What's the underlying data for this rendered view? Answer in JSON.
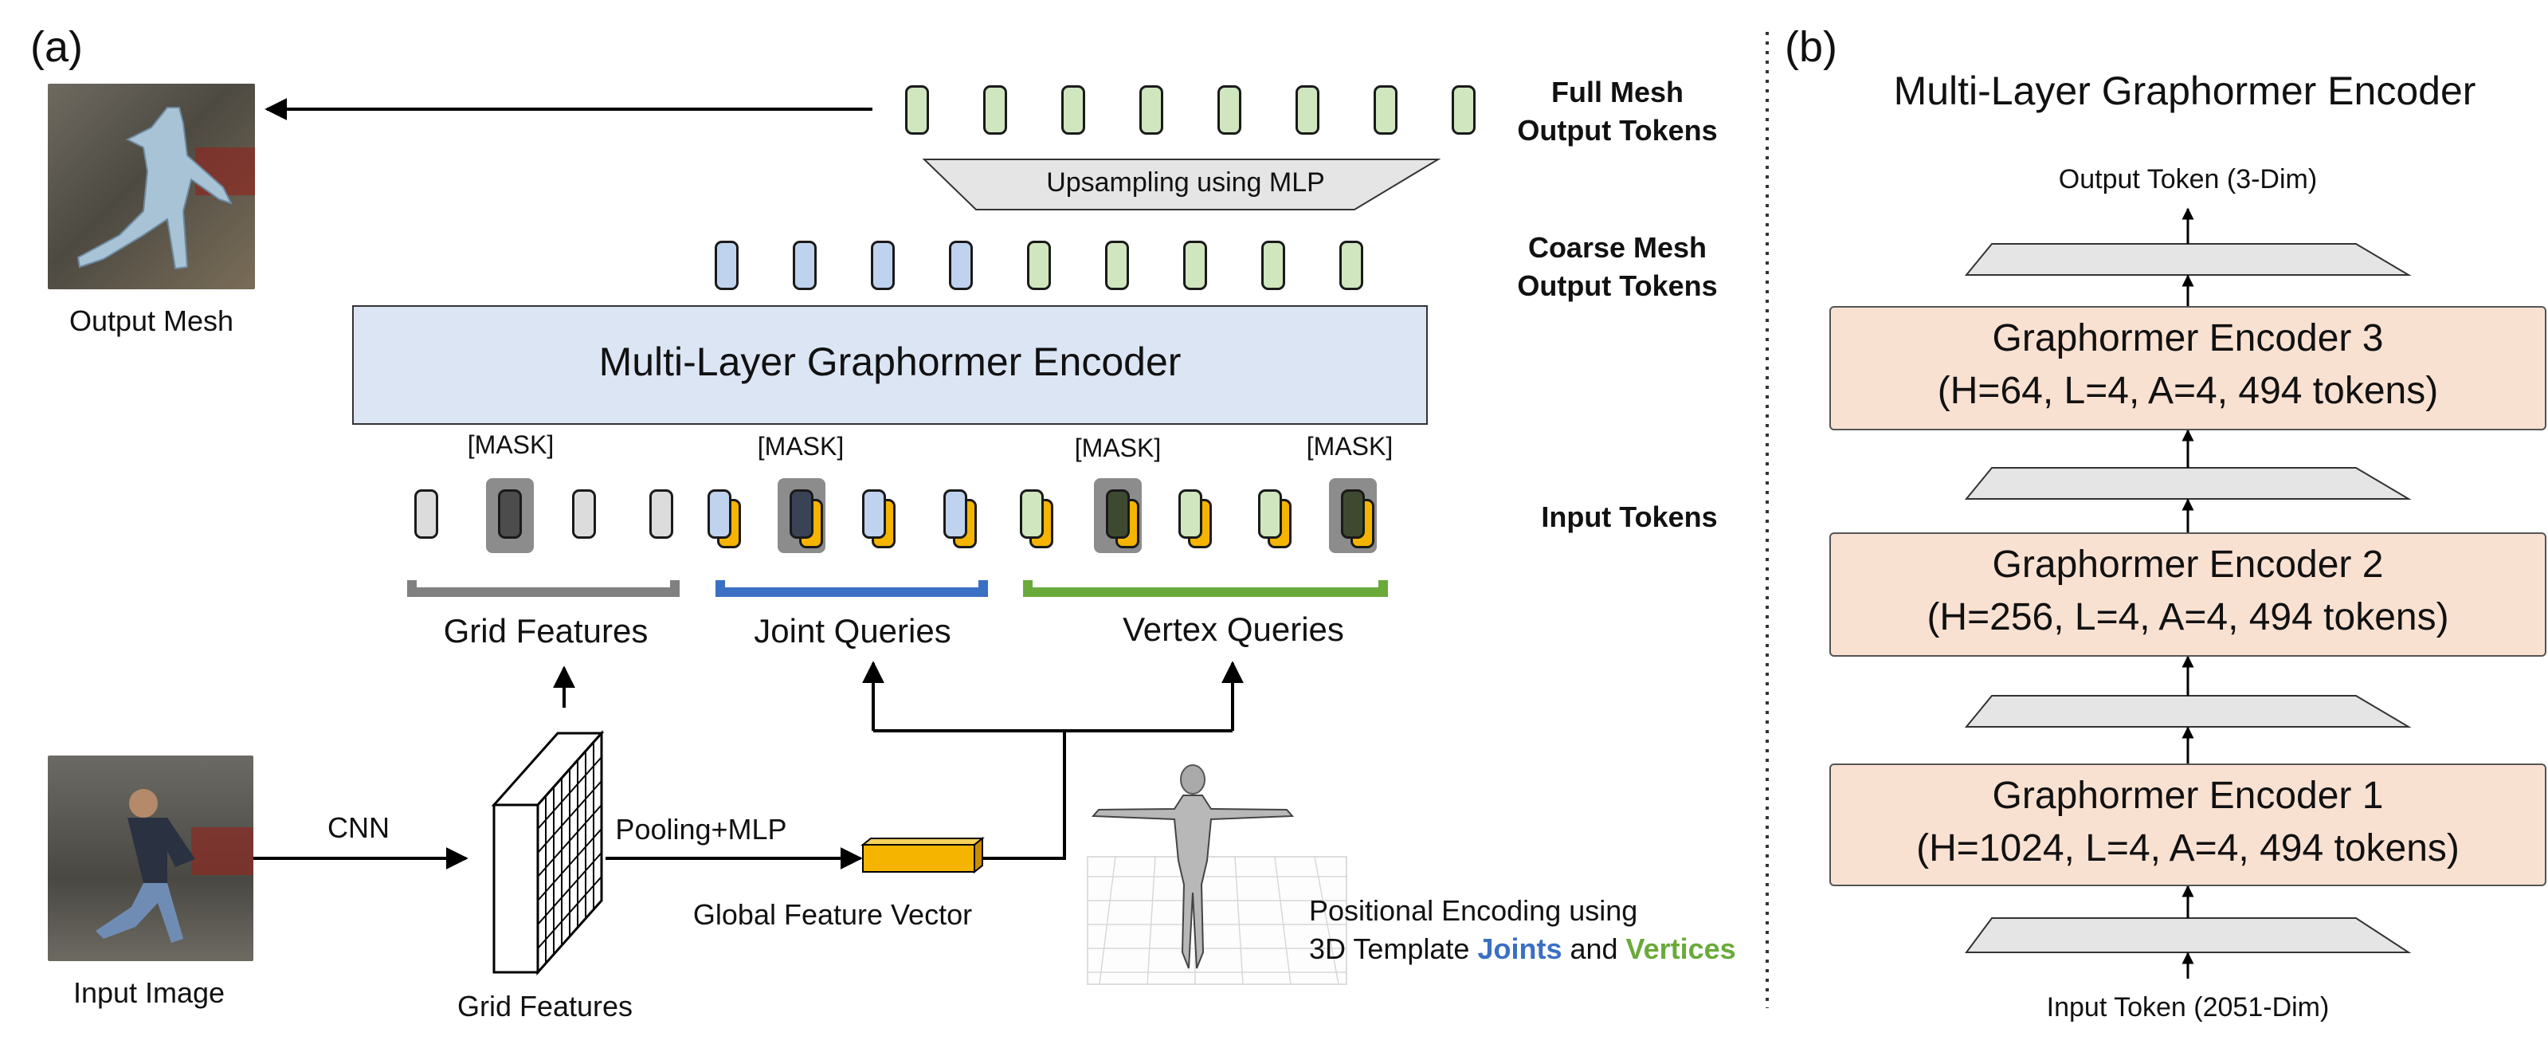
{
  "panel_a": {
    "label": "(a)",
    "full_mesh_tokens": "Full Mesh\nOutput Tokens",
    "upsampling": "Upsampling using MLP",
    "coarse_mesh_tokens": "Coarse Mesh\nOutput Tokens",
    "encoder_title": "Multi-Layer Graphormer Encoder",
    "input_tokens": "Input Tokens",
    "mask": "[MASK]",
    "group_grid": "Grid Features",
    "group_joint": "Joint Queries",
    "group_vertex": "Vertex Queries",
    "output_mesh": "Output Mesh",
    "input_image": "Input Image",
    "cnn": "CNN",
    "grid_features": "Grid Features",
    "pooling": "Pooling+MLP",
    "global_feature": "Global Feature Vector",
    "pos_enc_line1": "Positional Encoding using",
    "pos_enc_prefix": "3D Template ",
    "pos_enc_joints": "Joints",
    "pos_enc_and": " and ",
    "pos_enc_vertices": "Vertices"
  },
  "panel_b": {
    "label": "(b)",
    "title": "Multi-Layer Graphormer Encoder",
    "output_token": "Output Token (3-Dim)",
    "input_token": "Input Token (2051-Dim)",
    "encoders": [
      {
        "name": "Graphormer Encoder 3",
        "params": "(H=64, L=4, A=4, 494 tokens)"
      },
      {
        "name": "Graphormer Encoder 2",
        "params": "(H=256, L=4, A=4, 494 tokens)"
      },
      {
        "name": "Graphormer Encoder 1",
        "params": "(H=1024, L=4, A=4, 494 tokens)"
      }
    ]
  },
  "colors": {
    "joint_blue": "#3b6fc4",
    "vertex_green": "#6aaa3a",
    "grid_gray": "#808080",
    "global_orange": "#f4b400",
    "encoder_fill": "#dbe5f4",
    "block_fill": "#f9e1d2"
  }
}
